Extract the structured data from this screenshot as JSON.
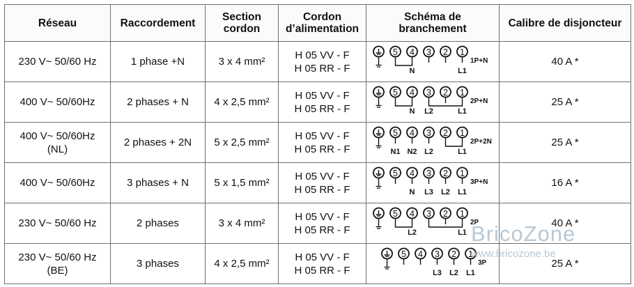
{
  "table": {
    "headers": [
      "Réseau",
      "Raccordement",
      "Section\ncordon",
      "Cordon\nd’alimentation",
      "Schéma de\nbranchement",
      "Calibre de disjoncteur"
    ],
    "rows": [
      {
        "reseau": "230 V~  50/60 Hz",
        "raccordement": "1 phase +N",
        "section": "3 x 4 mm²",
        "cordon": "H 05 VV - F\nH 05 RR - F",
        "schema": {
          "terminals": [
            "⏚",
            "5",
            "4",
            "3",
            "2",
            "1"
          ],
          "labels": [
            "N",
            "L1"
          ],
          "code": "1P+N"
        },
        "calibre": "40 A *"
      },
      {
        "reseau": "400 V~  50/60Hz",
        "raccordement": "2 phases + N",
        "section": "4 x 2,5 mm²",
        "cordon": "H 05 VV - F\nH 05 RR - F",
        "schema": {
          "terminals": [
            "⏚",
            "5",
            "4",
            "3",
            "2",
            "1"
          ],
          "labels": [
            "N",
            "L2",
            "L1"
          ],
          "code": "2P+N"
        },
        "calibre": "25 A *"
      },
      {
        "reseau": "400 V~  50/60Hz\n(NL)",
        "raccordement": "2 phases + 2N",
        "section": "5 x 2,5 mm²",
        "cordon": "H 05 VV - F\nH 05 RR - F",
        "schema": {
          "terminals": [
            "⏚",
            "5",
            "4",
            "3",
            "2",
            "1"
          ],
          "labels": [
            "N1",
            "N2",
            "L2",
            "L1"
          ],
          "code": "2P+2N"
        },
        "calibre": "25 A *"
      },
      {
        "reseau": "400 V~  50/60Hz",
        "raccordement": "3 phases + N",
        "section": "5 x 1,5 mm²",
        "cordon": "H 05 VV - F\nH 05 RR - F",
        "schema": {
          "terminals": [
            "⏚",
            "5",
            "4",
            "3",
            "2",
            "1"
          ],
          "labels": [
            "N",
            "L3",
            "L2",
            "L1"
          ],
          "code": "3P+N"
        },
        "calibre": "16 A *"
      },
      {
        "reseau": "230 V~  50/60 Hz",
        "raccordement": "2 phases",
        "section": "3 x 4 mm²",
        "cordon": "H 05 VV - F\nH 05 RR - F",
        "schema": {
          "terminals": [
            "⏚",
            "5",
            "4",
            "3",
            "2",
            "1"
          ],
          "labels": [
            "L2",
            "L1"
          ],
          "code": "2P"
        },
        "calibre": "40 A *"
      },
      {
        "reseau": "230 V~  50/60 Hz\n(BE)",
        "raccordement": "3 phases",
        "section": "4 x 2,5 mm²",
        "cordon": "H 05 VV - F\nH 05 RR - F",
        "schema": {
          "terminals": [
            "⏚",
            "5",
            "4",
            "3",
            "2",
            "1"
          ],
          "labels": [
            "L3",
            "L2",
            "L1"
          ],
          "code": "3P"
        },
        "calibre": "25 A *"
      }
    ]
  },
  "watermark": {
    "brand": "BricoZone",
    "url": "www.bricozone.be"
  }
}
